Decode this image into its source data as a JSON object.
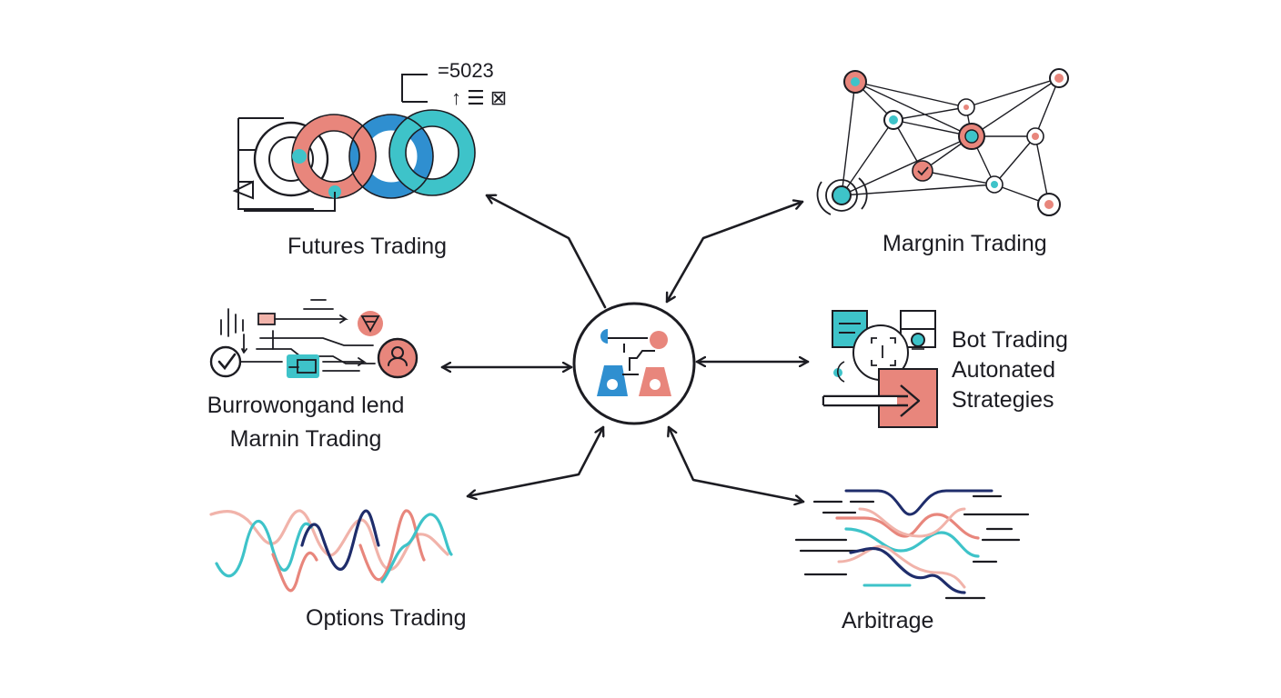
{
  "colors": {
    "ink": "#1c1c22",
    "coral": "#e8867c",
    "coral_light": "#f1b3aa",
    "teal": "#3ec3c9",
    "blue": "#2f8fd0",
    "navy": "#1f2d6b"
  },
  "hub": {
    "icon": "trading-hub-icon"
  },
  "nodes": [
    {
      "id": "futures",
      "label_lines": [
        "Futures Trading"
      ],
      "icon": "interlocking-rings-icon"
    },
    {
      "id": "margin",
      "label_lines": [
        "Margnin Trading"
      ],
      "icon": "network-graph-icon"
    },
    {
      "id": "borrow",
      "label_lines": [
        "Burrowongand lend",
        "Marnin Trading"
      ],
      "icon": "flow-diagram-icon"
    },
    {
      "id": "bot",
      "label_lines": [
        "Bot Trading",
        "Autonated",
        "Strategies"
      ],
      "icon": "bot-arrow-icon"
    },
    {
      "id": "options",
      "label_lines": [
        "Options Trading"
      ],
      "icon": "wave-lines-icon"
    },
    {
      "id": "arbitrage",
      "label_lines": [
        "Arbitrage"
      ],
      "icon": "parallel-lines-icon"
    }
  ],
  "futures_annotation": {
    "value": "=5023",
    "symbols": "↑☰⊠"
  }
}
